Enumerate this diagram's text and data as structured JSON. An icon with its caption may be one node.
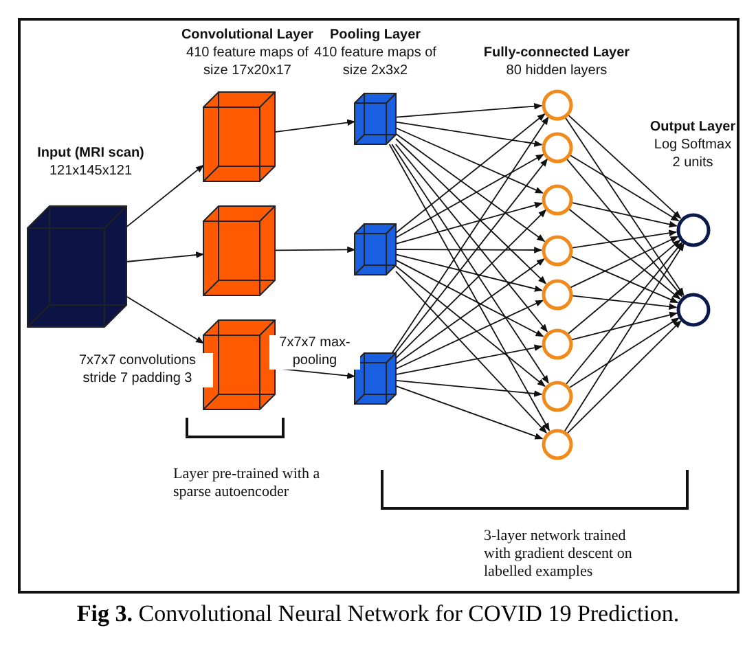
{
  "diagram": {
    "caption": "**Fig 3.** Convolutional Neural Network for COVID 19 Prediction.",
    "nodes": [
      {
        "text": [],
        "shape": "box"
      },
      {
        "text": [],
        "shape": "box"
      },
      {
        "text": [],
        "shape": "box"
      },
      {
        "text": [],
        "shape": "box"
      },
      {
        "text": [],
        "shape": "box"
      },
      {
        "text": [],
        "shape": "box"
      },
      {
        "text": [],
        "shape": "box"
      },
      {
        "text": [],
        "shape": "circle"
      },
      {
        "text": [],
        "shape": "circle"
      },
      {
        "text": [],
        "shape": "circle"
      },
      {
        "text": [],
        "shape": "circle"
      },
      {
        "text": [],
        "shape": "circle"
      },
      {
        "text": [],
        "shape": "circle"
      },
      {
        "text": [],
        "shape": "circle"
      },
      {
        "text": [],
        "shape": "circle"
      },
      {
        "text": [],
        "shape": "circle"
      },
      {
        "text": [],
        "shape": "circle"
      }
    ],
    "edges": [
      {
        "from": 0,
        "to": 1,
        "arrow": "to"
      },
      {
        "from": 0,
        "to": 2,
        "arrow": "to"
      },
      {
        "from": 0,
        "to": 3,
        "arrow": "to",
        "label": "7x7x7 convolutions stride 7 padding 3"
      },
      {
        "from": 1,
        "to": 4,
        "arrow": "to"
      },
      {
        "from": 2,
        "to": 5,
        "arrow": "to"
      },
      {
        "from": 3,
        "to": 6,
        "arrow": "to",
        "label": "7x7x7 max-pooling"
      },
      {
        "from": 4,
        "to": 7,
        "arrow": "to"
      },
      {
        "from": 4,
        "to": 8,
        "arrow": "to"
      },
      {
        "from": 4,
        "to": 9,
        "arrow": "to"
      },
      {
        "from": 4,
        "to": 10,
        "arrow": "to"
      },
      {
        "from": 4,
        "to": 11,
        "arrow": "to"
      },
      {
        "from": 4,
        "to": 12,
        "arrow": "to"
      },
      {
        "from": 4,
        "to": 13,
        "arrow": "to"
      },
      {
        "from": 4,
        "to": 14,
        "arrow": "to"
      },
      {
        "from": 5,
        "to": 7,
        "arrow": "to"
      },
      {
        "from": 5,
        "to": 8,
        "arrow": "to"
      },
      {
        "from": 5,
        "to": 9,
        "arrow": "to"
      },
      {
        "from": 5,
        "to": 10,
        "arrow": "to"
      },
      {
        "from": 5,
        "to": 11,
        "arrow": "to"
      },
      {
        "from": 5,
        "to": 12,
        "arrow": "to"
      },
      {
        "from": 5,
        "to": 13,
        "arrow": "to"
      },
      {
        "from": 5,
        "to": 14,
        "arrow": "to"
      },
      {
        "from": 6,
        "to": 7,
        "arrow": "to"
      },
      {
        "from": 6,
        "to": 8,
        "arrow": "to"
      },
      {
        "from": 6,
        "to": 9,
        "arrow": "to"
      },
      {
        "from": 6,
        "to": 10,
        "arrow": "to"
      },
      {
        "from": 6,
        "to": 11,
        "arrow": "to"
      },
      {
        "from": 6,
        "to": 12,
        "arrow": "to"
      },
      {
        "from": 6,
        "to": 13,
        "arrow": "to"
      },
      {
        "from": 6,
        "to": 14,
        "arrow": "to"
      },
      {
        "from": 7,
        "to": 15,
        "arrow": "to"
      },
      {
        "from": 8,
        "to": 15,
        "arrow": "to"
      },
      {
        "from": 9,
        "to": 15,
        "arrow": "to"
      },
      {
        "from": 10,
        "to": 15,
        "arrow": "to"
      },
      {
        "from": 11,
        "to": 15,
        "arrow": "to"
      },
      {
        "from": 12,
        "to": 15,
        "arrow": "to"
      },
      {
        "from": 13,
        "to": 15,
        "arrow": "to"
      },
      {
        "from": 14,
        "to": 15,
        "arrow": "to"
      },
      {
        "from": 7,
        "to": 16,
        "arrow": "to"
      },
      {
        "from": 8,
        "to": 16,
        "arrow": "to"
      },
      {
        "from": 9,
        "to": 16,
        "arrow": "to"
      },
      {
        "from": 10,
        "to": 16,
        "arrow": "to"
      },
      {
        "from": 11,
        "to": 16,
        "arrow": "to"
      },
      {
        "from": 12,
        "to": 16,
        "arrow": "to"
      },
      {
        "from": 13,
        "to": 16,
        "arrow": "to"
      },
      {
        "from": 14,
        "to": 16,
        "arrow": "to"
      }
    ],
    "labels": [
      "Convolutional Layer",
      "410 feature maps of size 17x20x17",
      "Pooling Layer",
      "410 feature maps of size 2x3x2",
      "Fully-connected Layer",
      "80 hidden layers",
      "Output Layer",
      "Log Softmax 2 units",
      "Input (MRI scan)",
      "121x145x121",
      "Layer pre-trained with a sparse autoencoder",
      "3-layer network trained with gradient descent on labelled examples"
    ]
  }
}
